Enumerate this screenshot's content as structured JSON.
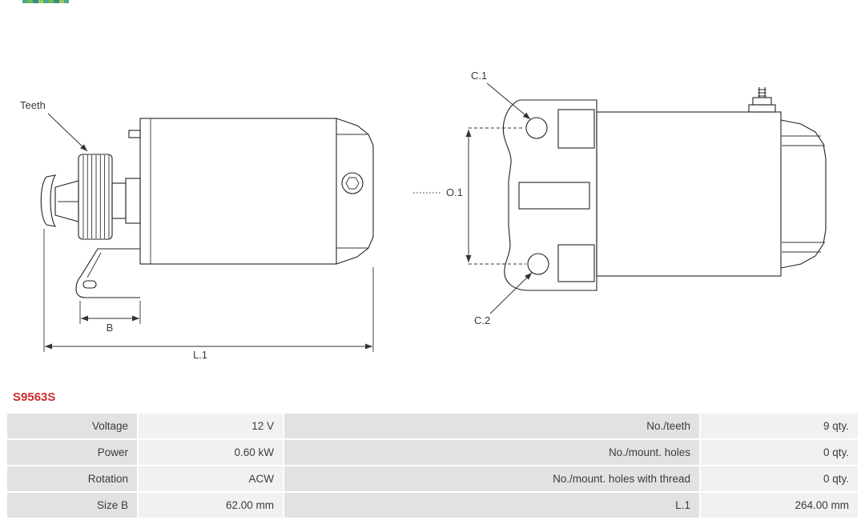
{
  "part_number": "S9563S",
  "diagram": {
    "side_view": {
      "teeth_label": "Teeth",
      "dim_b": "B",
      "dim_l1": "L.1"
    },
    "end_view": {
      "c1": "C.1",
      "c2": "C.2",
      "o1": "O.1"
    }
  },
  "table": {
    "rows": [
      {
        "label1": "Voltage",
        "value1": "12 V",
        "label2": "No./teeth",
        "value2": "9 qty."
      },
      {
        "label1": "Power",
        "value1": "0.60 kW",
        "label2": "No./mount. holes",
        "value2": "0 qty."
      },
      {
        "label1": "Rotation",
        "value1": "ACW",
        "label2": "No./mount. holes with thread",
        "value2": "0 qty."
      },
      {
        "label1": "Size B",
        "value1": "62.00 mm",
        "label2": "L.1",
        "value2": "264.00 mm"
      }
    ]
  },
  "colors": {
    "part_number": "#cc2d2d",
    "cell_label_bg": "#e2e2e2",
    "cell_value_bg": "#f1f1f1",
    "line": "#222222"
  }
}
